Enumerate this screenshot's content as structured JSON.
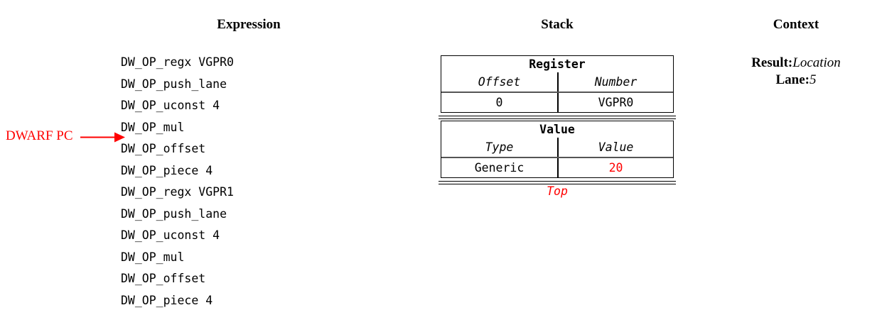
{
  "headers": {
    "expression": "Expression",
    "stack": "Stack",
    "context": "Context"
  },
  "expression": {
    "lines": [
      "DW_OP_regx VGPR0",
      "DW_OP_push_lane",
      "DW_OP_uconst 4",
      "DW_OP_mul",
      "DW_OP_offset",
      "DW_OP_piece 4",
      "DW_OP_regx VGPR1",
      "DW_OP_push_lane",
      "DW_OP_uconst 4",
      "DW_OP_mul",
      "DW_OP_offset",
      "DW_OP_piece 4"
    ],
    "pc_marker": {
      "label": "DWARF PC",
      "points_to_line_index": 4,
      "points_to_line": "DW_OP_offset",
      "color": "#ff0000"
    }
  },
  "stack": {
    "entries": [
      {
        "title": "Register",
        "columns": [
          "Offset",
          "Number"
        ],
        "values": [
          "0",
          "VGPR0"
        ],
        "value_colors": [
          "#000000",
          "#000000"
        ]
      },
      {
        "title": "Value",
        "columns": [
          "Type",
          "Value"
        ],
        "values": [
          "Generic",
          "20"
        ],
        "value_colors": [
          "#000000",
          "#ff0000"
        ]
      }
    ],
    "top_label": "Top",
    "top_label_color": "#ff0000"
  },
  "context": {
    "rows": [
      {
        "key": "Result:",
        "value": "Location"
      },
      {
        "key": "Lane:",
        "value": "5"
      }
    ]
  }
}
